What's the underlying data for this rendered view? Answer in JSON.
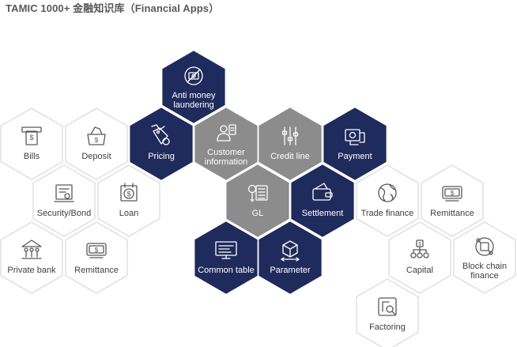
{
  "title": "TAMIC 1000+ 金融知识库（Financial Apps）",
  "colors": {
    "navy": "#1f2b5c",
    "gray": "#8c8c8c",
    "outline": "#d9d9d9",
    "outline_text": "#404040",
    "outline_icon": "#595959"
  },
  "hexes": [
    {
      "id": "anti-money",
      "lines": [
        "Anti money",
        "laundering"
      ],
      "style": "navy",
      "icon": "ban-icon"
    },
    {
      "id": "pricing",
      "lines": [
        "Pricing"
      ],
      "style": "navy",
      "icon": "price-tag-icon"
    },
    {
      "id": "customer-info",
      "lines": [
        "Customer",
        "information"
      ],
      "style": "gray",
      "icon": "customer-icon"
    },
    {
      "id": "credit-line",
      "lines": [
        "Credit line"
      ],
      "style": "gray",
      "icon": "sliders-icon"
    },
    {
      "id": "payment",
      "lines": [
        "Payment"
      ],
      "style": "navy",
      "icon": "payment-icon"
    },
    {
      "id": "gl",
      "lines": [
        "GL"
      ],
      "style": "gray",
      "icon": "ledger-icon"
    },
    {
      "id": "settlement",
      "lines": [
        "Settlement"
      ],
      "style": "navy",
      "icon": "wallet-icon"
    },
    {
      "id": "common-table",
      "lines": [
        "Common table"
      ],
      "style": "navy",
      "icon": "monitor-icon"
    },
    {
      "id": "parameter",
      "lines": [
        "Parameter"
      ],
      "style": "navy",
      "icon": "box-icon"
    },
    {
      "id": "bills",
      "lines": [
        "Bills"
      ],
      "style": "outline",
      "icon": "atm-bill-icon"
    },
    {
      "id": "deposit",
      "lines": [
        "Deposit"
      ],
      "style": "outline",
      "icon": "deposit-icon"
    },
    {
      "id": "security-bond",
      "lines": [
        "Security/Bond"
      ],
      "style": "outline",
      "icon": "bond-icon"
    },
    {
      "id": "loan",
      "lines": [
        "Loan"
      ],
      "style": "outline",
      "icon": "loan-icon"
    },
    {
      "id": "private-bank",
      "lines": [
        "Private bank"
      ],
      "style": "outline",
      "icon": "bank-people-icon"
    },
    {
      "id": "remittance-left",
      "lines": [
        "Remittance"
      ],
      "style": "outline",
      "icon": "cash-icon"
    },
    {
      "id": "trade-finance",
      "lines": [
        "Trade finance"
      ],
      "style": "outline",
      "icon": "globe-icon"
    },
    {
      "id": "remittance-right",
      "lines": [
        "Remittance"
      ],
      "style": "outline",
      "icon": "cash-icon"
    },
    {
      "id": "capital",
      "lines": [
        "Capital"
      ],
      "style": "outline",
      "icon": "network-icon"
    },
    {
      "id": "block-chain",
      "lines": [
        "Block chain",
        "finance"
      ],
      "style": "outline",
      "icon": "blockchain-icon"
    },
    {
      "id": "factoring",
      "lines": [
        "Factoring"
      ],
      "style": "outline",
      "icon": "factoring-icon"
    }
  ]
}
